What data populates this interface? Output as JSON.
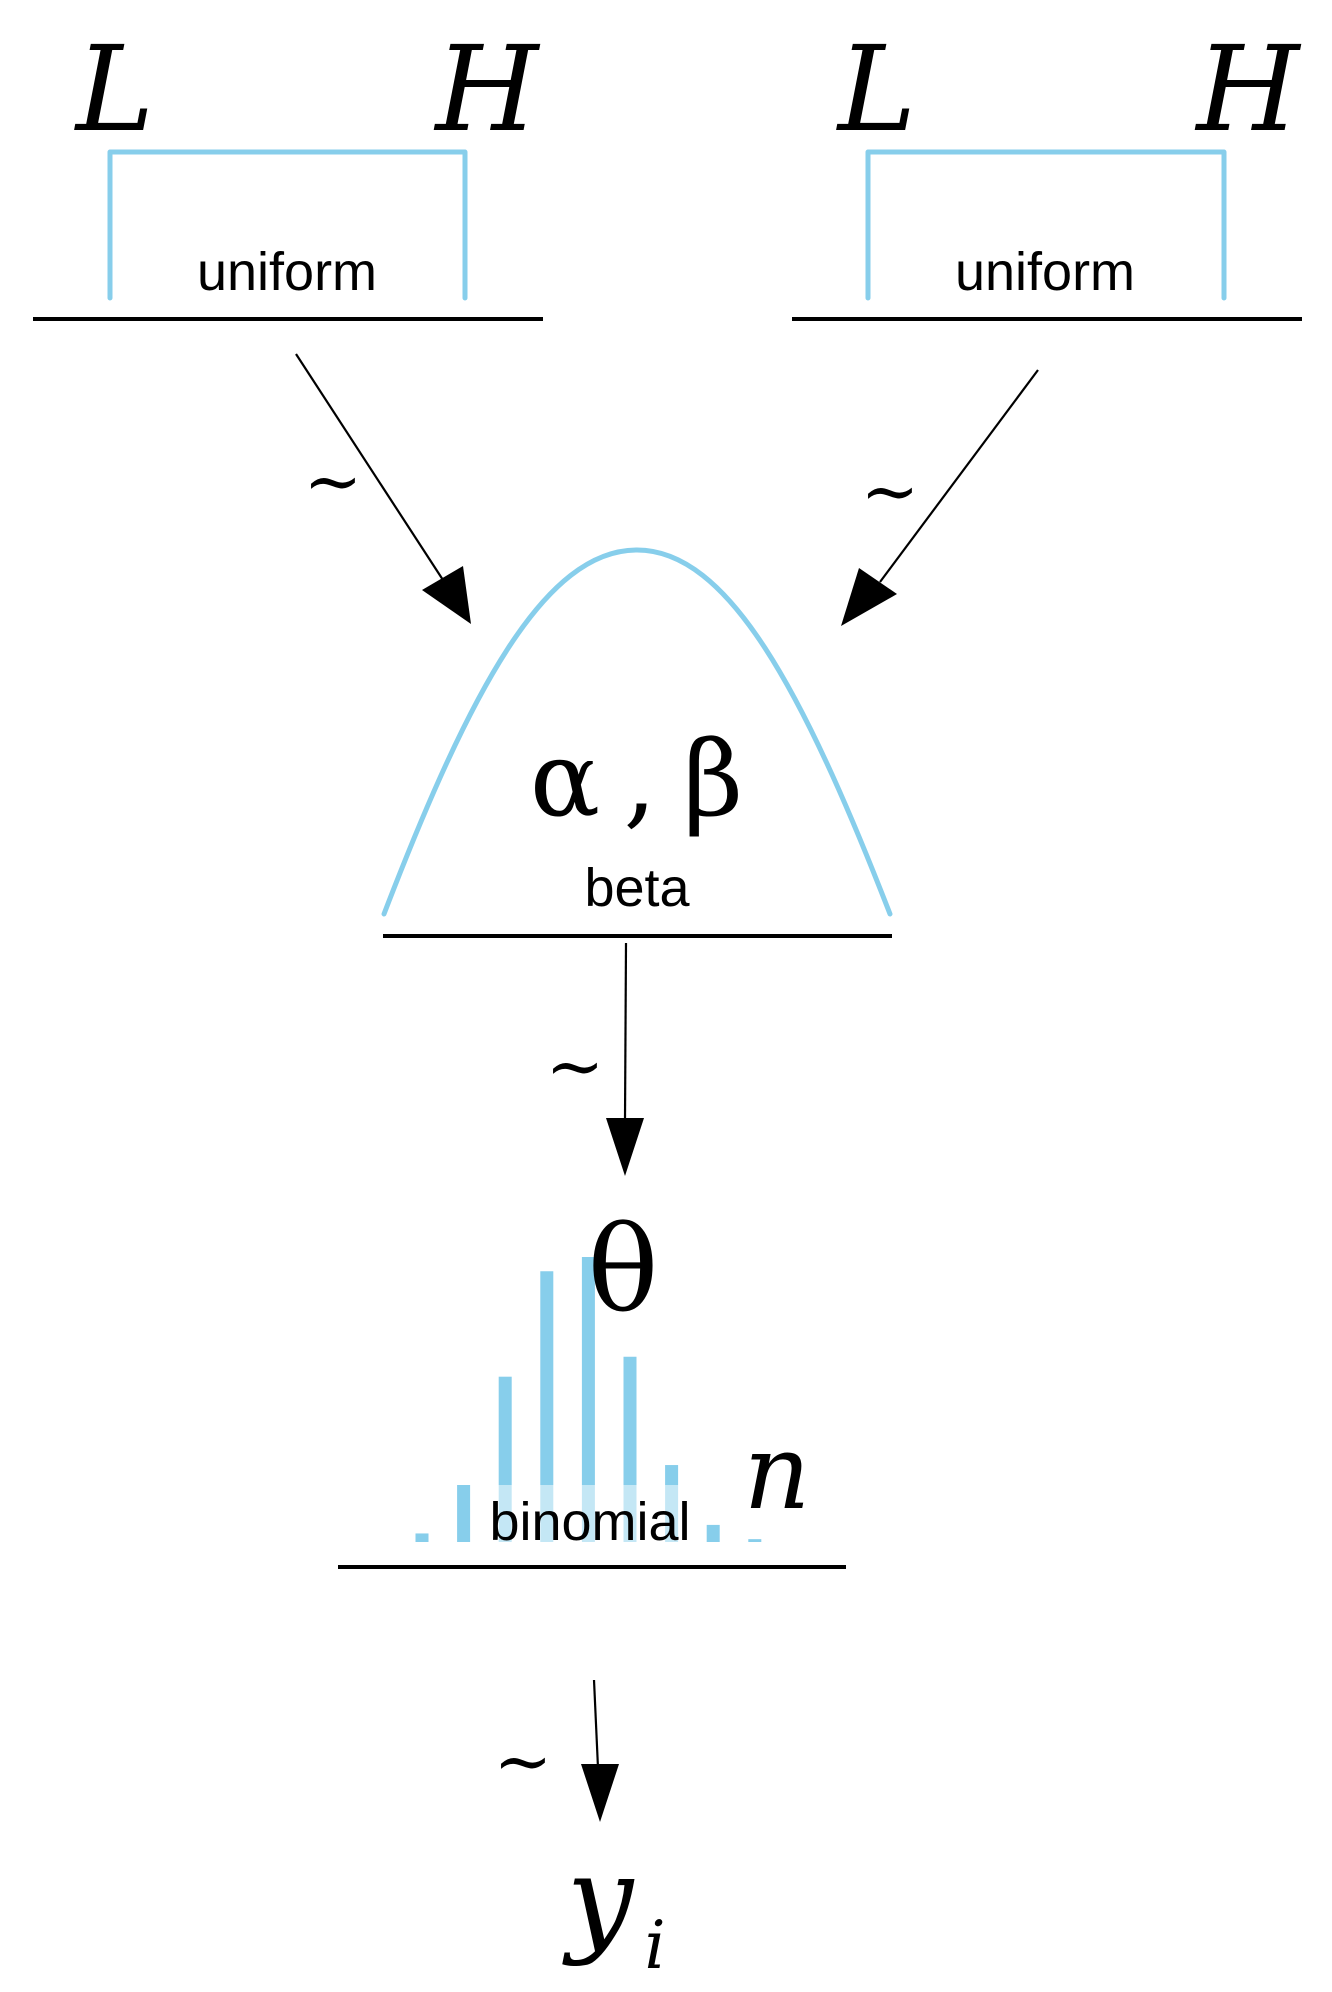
{
  "colors": {
    "distribution": "#87CEEB",
    "ink": "#000000"
  },
  "priors": [
    {
      "left_param": "L",
      "right_param": "H",
      "dist_label": "uniform"
    },
    {
      "left_param": "L",
      "right_param": "H",
      "dist_label": "uniform"
    }
  ],
  "beta": {
    "alpha": "α",
    "comma": ",",
    "beta_sym": "β",
    "dist_label": "beta"
  },
  "binomial": {
    "param": "θ",
    "n_param": "n",
    "dist_label": "binomial",
    "bar_heights": [
      0.03,
      0.2,
      0.58,
      0.95,
      1.0,
      0.65,
      0.27,
      0.06,
      0.01
    ]
  },
  "arrows": {
    "tilde": "~"
  },
  "output": {
    "var": "y",
    "subscript": "i"
  }
}
